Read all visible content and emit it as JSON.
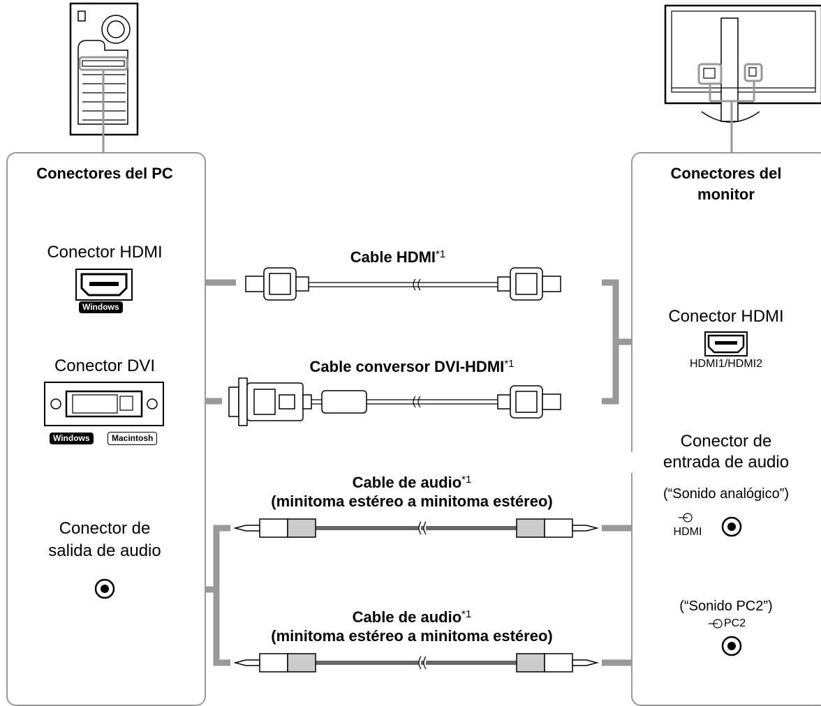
{
  "pc_panel": {
    "title": "Conectores del PC",
    "hdmi_label": "Conector HDMI",
    "hdmi_badges": [
      "Windows"
    ],
    "dvi_label": "Conector DVI",
    "dvi_badges": [
      "Windows",
      "Macintosh"
    ],
    "audio_out_label_line1": "Conector de",
    "audio_out_label_line2": "salida de audio"
  },
  "monitor_panel": {
    "title_line1": "Conectores del",
    "title_line2": "monitor",
    "hdmi_label": "Conector HDMI",
    "hdmi_port_caption": "HDMI1/HDMI2",
    "audio_in_label_line1": "Conector de",
    "audio_in_label_line2": "entrada de audio",
    "analog_label": "(“Sonido analógico”)",
    "analog_port_caption": "HDMI",
    "pc2_label": "(“Sonido PC2”)",
    "pc2_port_caption": "PC2"
  },
  "cables": {
    "hdmi": {
      "name": "Cable HDMI",
      "note": "*1"
    },
    "dvi_hdmi": {
      "name": "Cable conversor DVI-HDMI",
      "note": "*1"
    },
    "audio1": {
      "name": "Cable de audio",
      "note": "*1",
      "desc": "(minitoma estéreo a minitoma estéreo)"
    },
    "audio2": {
      "name": "Cable de audio",
      "note": "*1",
      "desc": "(minitoma estéreo a minitoma estéreo)"
    }
  },
  "colors": {
    "border": "#999999",
    "arrow": "#999999",
    "accent": "#000000"
  }
}
